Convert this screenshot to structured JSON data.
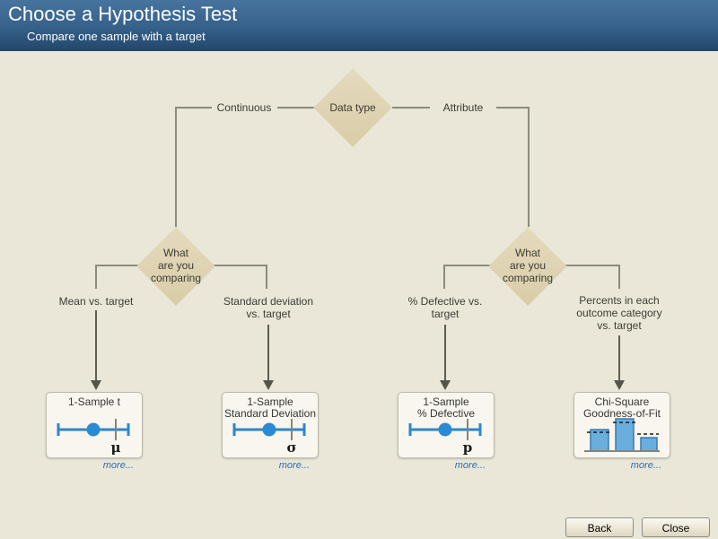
{
  "header": {
    "title": "Choose a Hypothesis Test",
    "subtitle": "Compare one sample with a target"
  },
  "tree": {
    "root": {
      "label": "Data type",
      "left_branch": "Continuous",
      "right_branch": "Attribute"
    },
    "left_diamond": {
      "label": "What\nare you\ncomparing"
    },
    "right_diamond": {
      "label": "What\nare you\ncomparing"
    },
    "branch_labels": {
      "mean": "Mean vs. target",
      "stdev": "Standard deviation\nvs. target",
      "pct_defective": "% Defective vs.\ntarget",
      "percents": "Percents in each\noutcome category\nvs. target"
    }
  },
  "cards": [
    {
      "title": "1-Sample t",
      "symbol": "μ",
      "icon": "interval-plot-icon",
      "more": "more..."
    },
    {
      "title": "1-Sample\nStandard Deviation",
      "symbol": "σ",
      "icon": "interval-plot-icon",
      "more": "more..."
    },
    {
      "title": "1-Sample\n% Defective",
      "symbol": "p",
      "icon": "interval-plot-icon",
      "more": "more..."
    },
    {
      "title": "Chi-Square\nGoodness-of-Fit",
      "icon": "bar-chart-icon",
      "more": "more..."
    }
  ],
  "buttons": {
    "back": "Back",
    "close": "Close"
  },
  "colors": {
    "header_top": "#47749e",
    "header_bottom": "#23466a",
    "background": "#eae7d8",
    "diamond_fill": "#ddd1ae",
    "line_gray": "#8b8b7d",
    "icon_blue": "#2e86c9",
    "link_blue": "#2a6cb5"
  }
}
